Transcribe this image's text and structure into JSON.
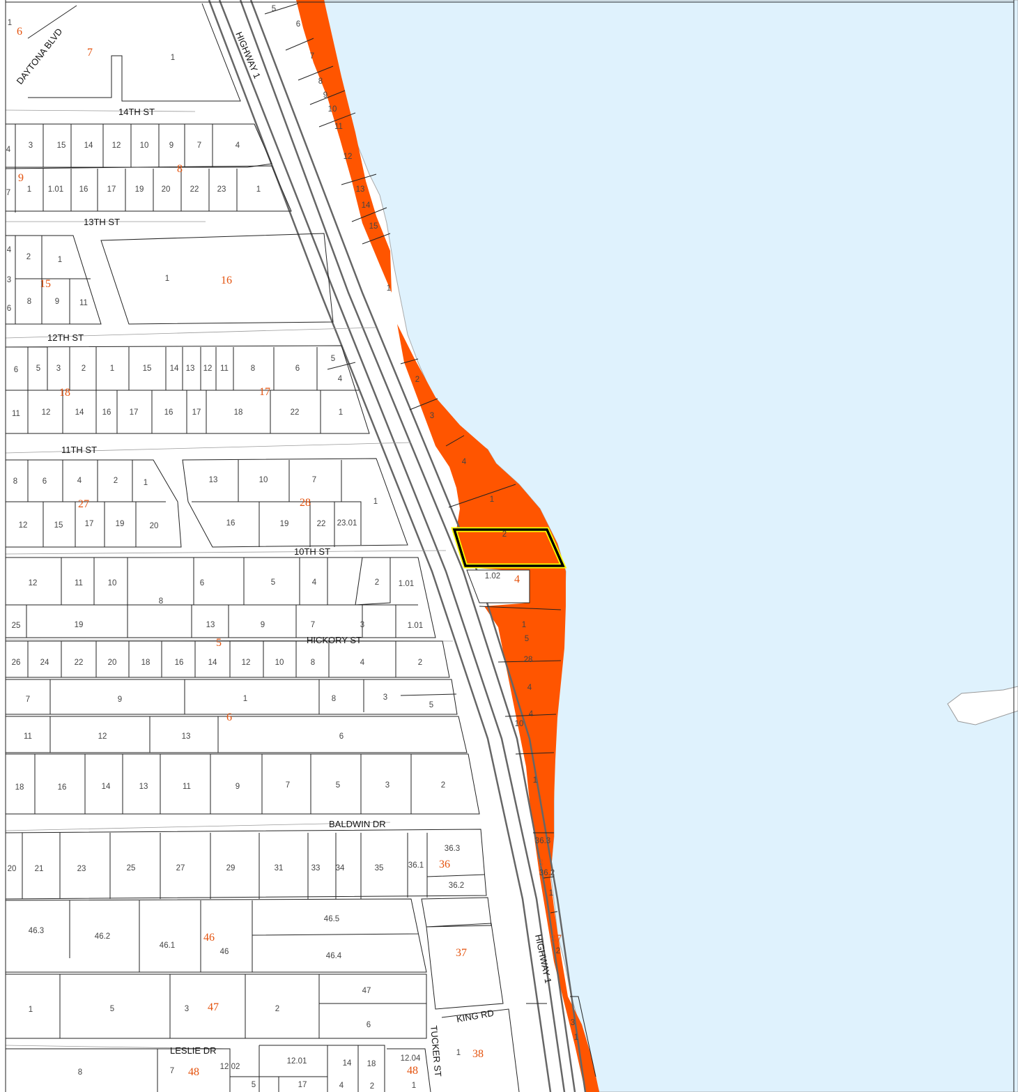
{
  "colors": {
    "water": "#dff2fd",
    "hazard": "#ff5500",
    "highlight_outline": "#000000",
    "highlight_glow": "#ffff00",
    "block_number": "#e4520d"
  },
  "streets": {
    "daytona": "DAYTONA BLVD",
    "hwy_upper": "HIGHWAY 1",
    "hwy_lower": "HIGHWAY 1",
    "st14": "14TH ST",
    "st13": "13TH ST",
    "st12": "12TH ST",
    "st11": "11TH ST",
    "st10": "10TH ST",
    "hickory": "HICKORY ST",
    "baldwin": "BALDWIN DR",
    "king": "KING RD",
    "leslie": "LESLIE DR",
    "tucker": "TUCKER ST"
  },
  "block_numbers": [
    "6",
    "7",
    "9",
    "8",
    "15",
    "16",
    "18",
    "17",
    "27",
    "28",
    "4",
    "5",
    "6",
    "36",
    "3",
    "37",
    "46",
    "37",
    "47",
    "38",
    "48",
    "48"
  ],
  "lot_numbers": [
    "1",
    "1",
    "5",
    "6",
    "7",
    "8",
    "9",
    "10",
    "11",
    "12",
    "13",
    "14",
    "15",
    "1",
    "4",
    "3",
    "15",
    "14",
    "12",
    "10",
    "9",
    "7",
    "4",
    "7",
    "1",
    "1.01",
    "16",
    "17",
    "19",
    "20",
    "22",
    "23",
    "1",
    "4",
    "2",
    "1",
    "3",
    "6",
    "8",
    "9",
    "11",
    "1",
    "6",
    "5",
    "3",
    "2",
    "1",
    "15",
    "14",
    "13",
    "12",
    "11",
    "8",
    "6",
    "5",
    "4",
    "11",
    "12",
    "14",
    "16",
    "17",
    "16",
    "17",
    "18",
    "22",
    "1",
    "2",
    "3",
    "4",
    "1",
    "2",
    "8",
    "6",
    "4",
    "2",
    "1",
    "13",
    "10",
    "7",
    "12",
    "15",
    "17",
    "19",
    "20",
    "16",
    "19",
    "22",
    "23.01",
    "1",
    "12",
    "11",
    "10",
    "8",
    "6",
    "5",
    "4",
    "2",
    "1.01",
    "1.02",
    "25",
    "19",
    "13",
    "9",
    "7",
    "3",
    "1.01",
    "26",
    "24",
    "22",
    "20",
    "18",
    "16",
    "14",
    "12",
    "10",
    "8",
    "4",
    "2",
    "1",
    "5",
    "28",
    "4",
    "4",
    "10",
    "1",
    "7",
    "9",
    "1",
    "8",
    "3",
    "5",
    "11",
    "12",
    "13",
    "6",
    "18",
    "16",
    "14",
    "13",
    "11",
    "9",
    "7",
    "5",
    "3",
    "2",
    "36.3",
    "20",
    "21",
    "23",
    "25",
    "27",
    "29",
    "31",
    "33",
    "34",
    "35",
    "36.1",
    "36.2",
    "36.3",
    "36.2",
    "1",
    "46.3",
    "46.2",
    "46.1",
    "46",
    "46.5",
    "46.4",
    "2",
    "1",
    "5",
    "3",
    "2",
    "47",
    "6",
    "3",
    "1",
    "8",
    "7",
    "12.02",
    "12.01",
    "14",
    "18",
    "12.04",
    "1",
    "5",
    "17",
    "4",
    "2",
    "1"
  ]
}
